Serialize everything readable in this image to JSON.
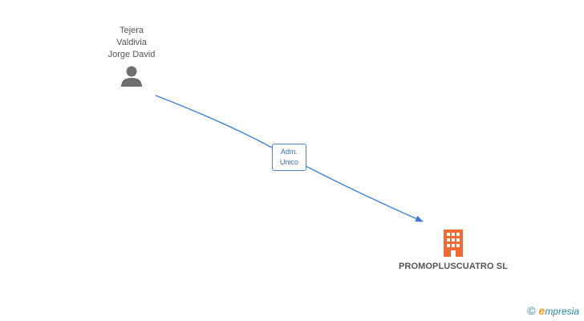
{
  "person": {
    "name_lines": [
      "Tejera",
      "Valdivia",
      "Jorge David"
    ],
    "icon": "person-icon",
    "icon_color": "#6f6f6f"
  },
  "relation": {
    "label_lines": [
      "Adm.",
      "Unico"
    ],
    "line_color": "#3b7dd8"
  },
  "company": {
    "name": "PROMOPLUSCUATRO SL",
    "icon": "building-icon",
    "icon_color": "#f26a33"
  },
  "footer": {
    "copyright_symbol": "©",
    "brand_first_letter": "e",
    "brand_rest": "mpresia",
    "brand_color": "#2a87a0",
    "brand_accent": "#f29d2c"
  }
}
